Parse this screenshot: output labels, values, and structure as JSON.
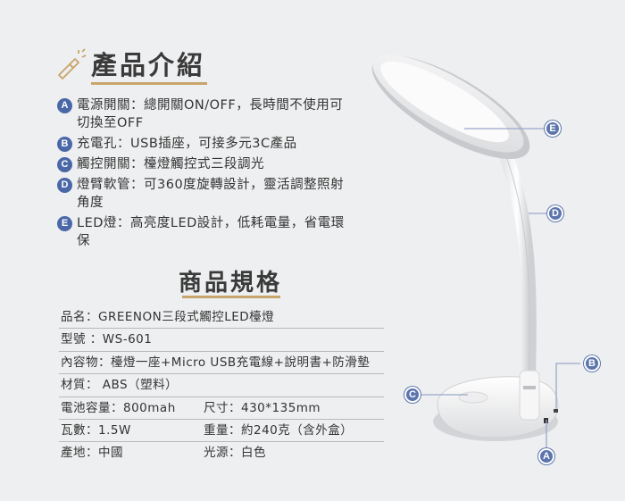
{
  "intro": {
    "title": "產品介紹",
    "icon": "flashlight-icon",
    "features": [
      {
        "badge": "A",
        "text": "電源開關：總開關ON/OFF，長時間不使用可切換至OFF"
      },
      {
        "badge": "B",
        "text": "充電孔：USB插座，可接多元3C產品"
      },
      {
        "badge": "C",
        "text": "觸控開關：檯燈觸控式三段調光"
      },
      {
        "badge": "D",
        "text": "燈臂軟管：可360度旋轉設計，靈活調整照射角度"
      },
      {
        "badge": "E",
        "text": "LED燈：高亮度LED設計，低耗電量，省電環保"
      }
    ]
  },
  "specs": {
    "title": "商品規格",
    "rows": [
      {
        "c1": "品名：GREENON三段式觸控LED檯燈",
        "c2": ""
      },
      {
        "c1": "型號 ：WS-601",
        "c2": ""
      },
      {
        "c1": "內容物：檯燈一座+Micro USB充電線+說明書+防滑墊",
        "c2": ""
      },
      {
        "c1": "材質： ABS（塑料）",
        "c2": ""
      },
      {
        "c1": "電池容量：800mah",
        "c2": "尺寸：430*135mm"
      },
      {
        "c1": "瓦數：1.5W",
        "c2": "重量：約240克（含外盒）"
      },
      {
        "c1": "產地：中國",
        "c2": "光源：白色"
      }
    ]
  },
  "lamp": {
    "callouts": [
      "E",
      "D",
      "B",
      "C",
      "A"
    ],
    "colors": {
      "accent": "#4a67a7",
      "underline": "#c8a56a",
      "background": "#eeeff0"
    }
  }
}
